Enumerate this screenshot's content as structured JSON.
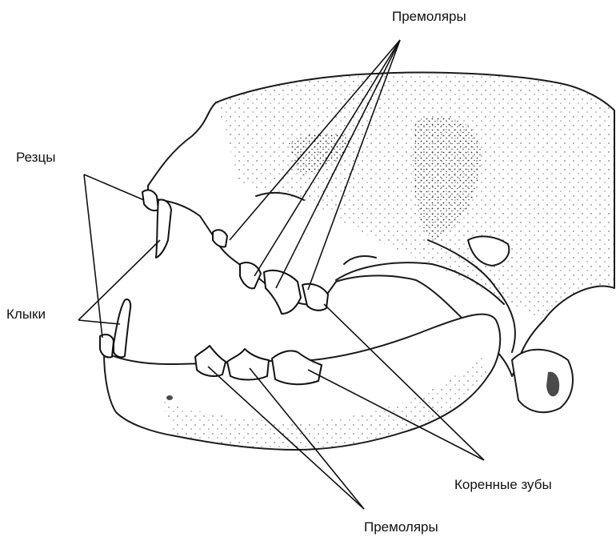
{
  "labels": {
    "premolars_top": "Премоляры",
    "incisors": "Резцы",
    "canines": "Клыки",
    "molars": "Коренные зубы",
    "premolars_bottom": "Премоляры"
  }
}
